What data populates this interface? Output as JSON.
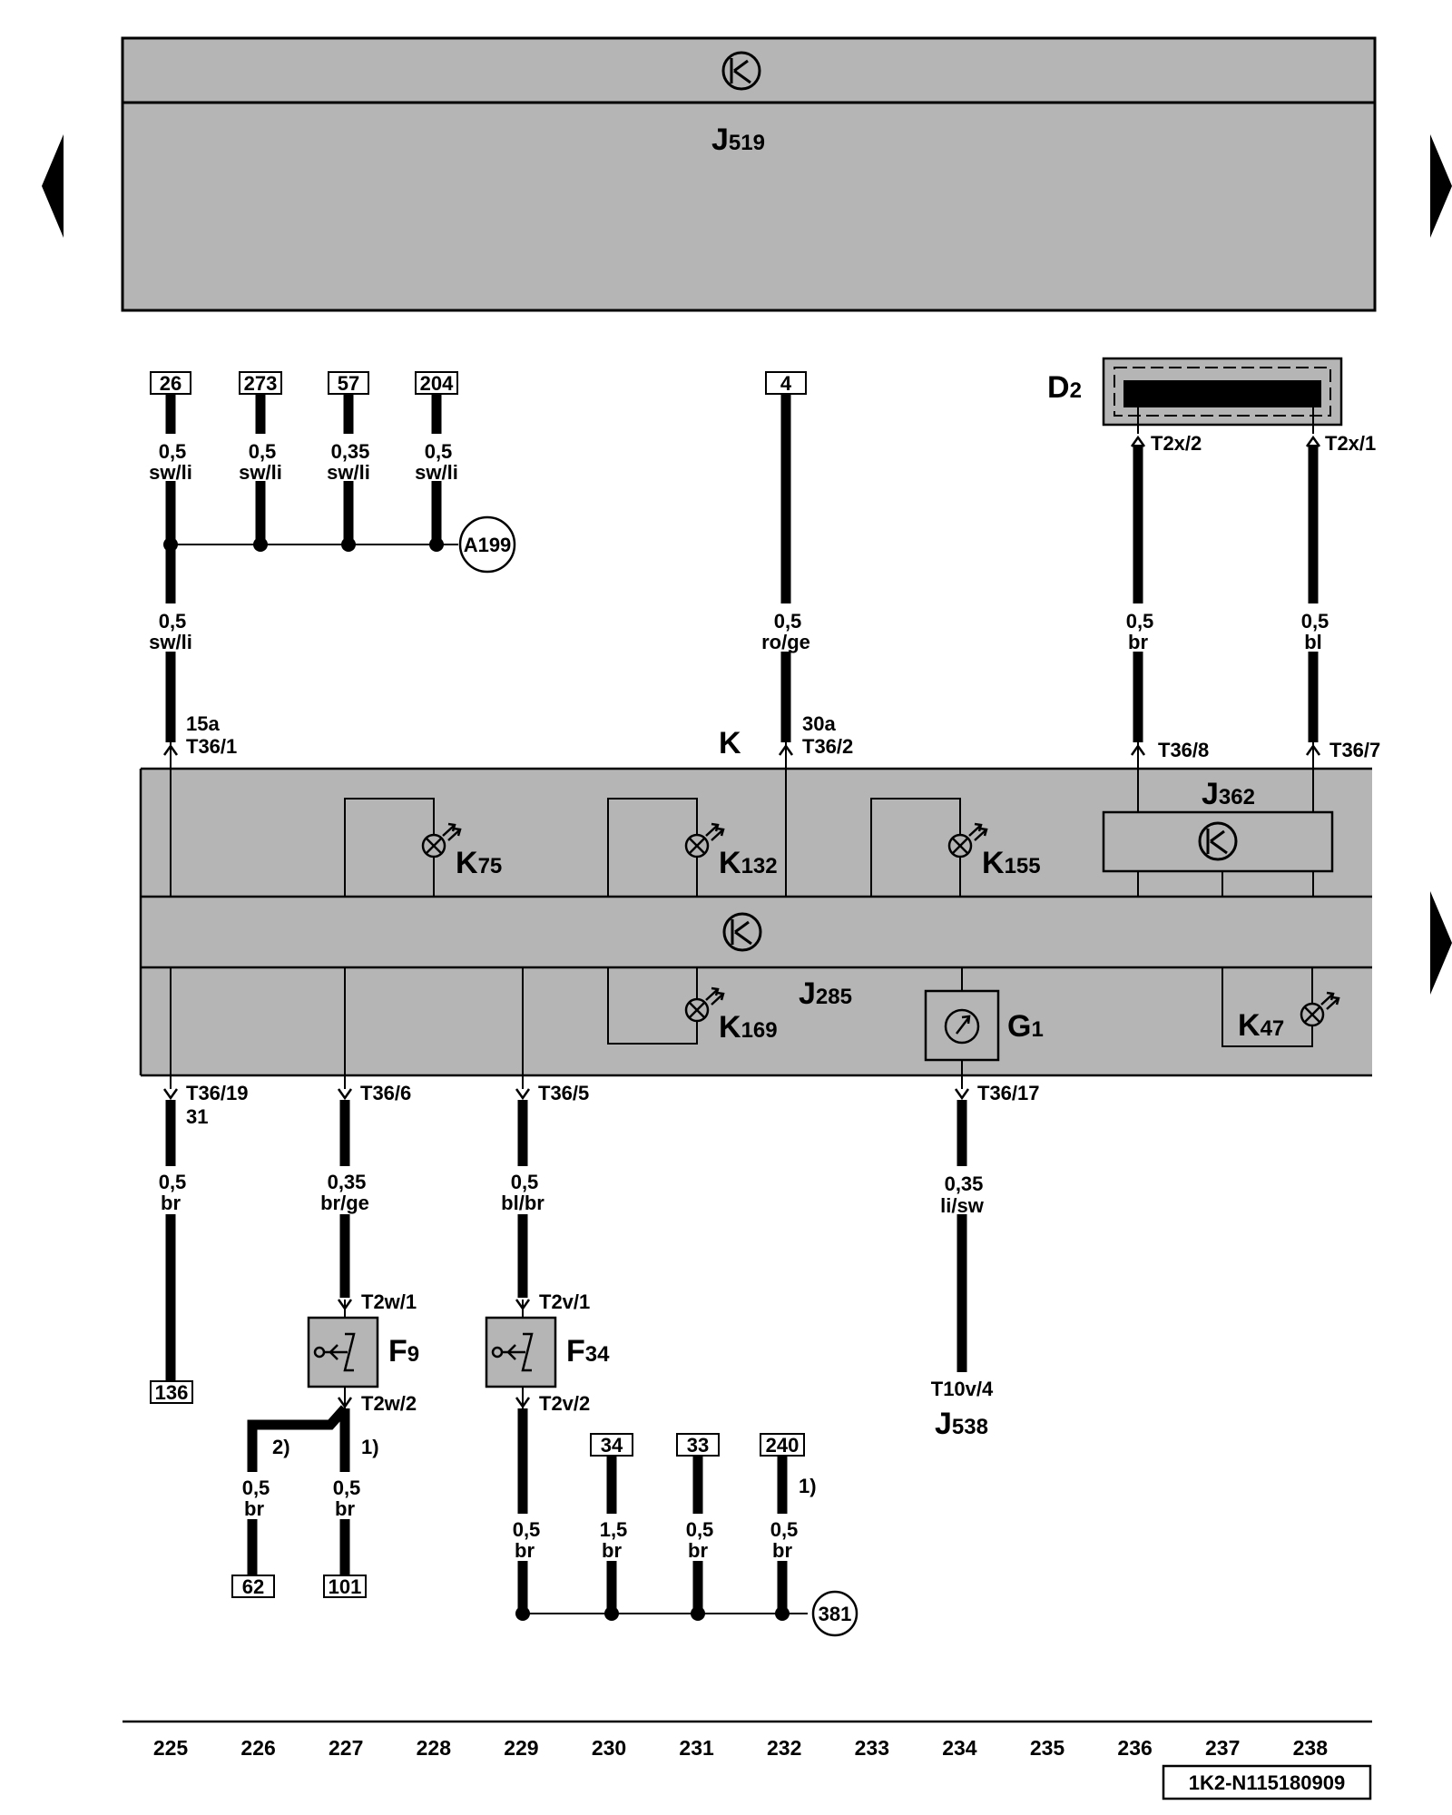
{
  "colors": {
    "module_fill": "#b5b5b5",
    "fuse_fill": "#b5b5b5",
    "line": "#000000",
    "background": "#ffffff"
  },
  "nav": {
    "left_arrow": "triangle-left-icon",
    "right_arrow": "triangle-right-icon"
  },
  "modules": {
    "top_control_unit": {
      "letter": "J",
      "index": "519"
    },
    "instrument_cluster": {
      "label": "K"
    },
    "cluster_ecu": {
      "letter": "J",
      "index": "285"
    },
    "cluster_submodule": {
      "letter": "J",
      "index": "362"
    },
    "key_reader": {
      "letter": "D",
      "index": "2"
    },
    "external_ecu": {
      "letter": "J",
      "index": "538"
    }
  },
  "lamps": [
    {
      "letter": "K",
      "index": "75"
    },
    {
      "letter": "K",
      "index": "132"
    },
    {
      "letter": "K",
      "index": "155"
    },
    {
      "letter": "K",
      "index": "169"
    },
    {
      "letter": "K",
      "index": "47"
    }
  ],
  "gauge": {
    "letter": "G",
    "index": "1"
  },
  "switches": [
    {
      "letter": "F",
      "index": "9",
      "pin_top": "T2w/1",
      "pin_bottom": "T2w/2"
    },
    {
      "letter": "F",
      "index": "34",
      "pin_top": "T2v/1",
      "pin_bottom": "T2v/2"
    }
  ],
  "ref_boxes": {
    "top": [
      "26",
      "273",
      "57",
      "204",
      "4"
    ],
    "bottom": [
      "136",
      "62",
      "101",
      "34",
      "33",
      "240"
    ]
  },
  "ground_points": [
    "A199",
    "381"
  ],
  "wires": {
    "w26": [
      "0,5",
      "sw/li"
    ],
    "w273": [
      "0,5",
      "sw/li"
    ],
    "w57": [
      "0,35",
      "sw/li"
    ],
    "w204": [
      "0,5",
      "sw/li"
    ],
    "w15a": [
      "0,5",
      "sw/li"
    ],
    "w30a": [
      "0,5",
      "ro/ge"
    ],
    "wD2a": [
      "0,5",
      "br"
    ],
    "wD2b": [
      "0,5",
      "bl"
    ],
    "w31": [
      "0,5",
      "br"
    ],
    "wF9top": [
      "0,35",
      "br/ge"
    ],
    "wF34top": [
      "0,5",
      "bl/br"
    ],
    "wG1": [
      "0,35",
      "li/sw"
    ],
    "w62": [
      "0,5",
      "br"
    ],
    "w101": [
      "0,5",
      "br"
    ],
    "wF34bot": [
      "0,5",
      "br"
    ],
    "w34": [
      "1,5",
      "br"
    ],
    "w33": [
      "0,5",
      "br"
    ],
    "w240": [
      "0,5",
      "br"
    ]
  },
  "pins": {
    "t2x2": "T2x/2",
    "t2x1": "T2x/1",
    "t36_1_term": "15a",
    "t36_1": "T36/1",
    "t36_2_term": "30a",
    "t36_2": "T36/2",
    "t36_8": "T36/8",
    "t36_7": "T36/7",
    "t36_19": "T36/19",
    "t36_19_term": "31",
    "t36_6": "T36/6",
    "t36_5": "T36/5",
    "t36_17": "T36/17",
    "t10v4": "T10v/4"
  },
  "footnotes": {
    "f2": "2)",
    "f1a": "1)",
    "f1b": "1)"
  },
  "columns": [
    "225",
    "226",
    "227",
    "228",
    "229",
    "230",
    "231",
    "232",
    "233",
    "234",
    "235",
    "236",
    "237",
    "238"
  ],
  "diagram_code": "1K2-N115180909"
}
